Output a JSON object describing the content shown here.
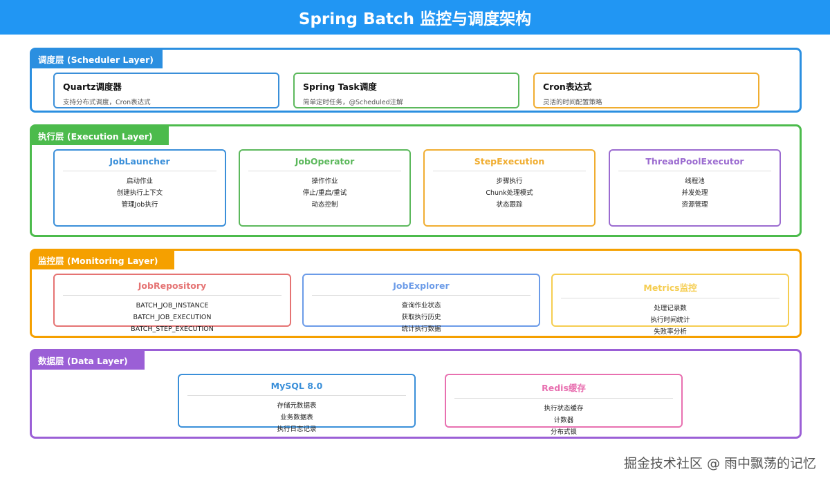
{
  "title": "Spring Batch 监控与调度架构",
  "colors": {
    "header": "#2196f3",
    "scheduler": "#2b8fe0",
    "execution": "#4cbb4c",
    "monitoring": "#f5a000",
    "data": "#9b5fd6"
  },
  "layers": {
    "scheduler": {
      "label": "调度层 (Scheduler Layer)",
      "cards": [
        {
          "title": "Quartz调度器",
          "desc": "支持分布式调度，Cron表达式",
          "color": "#3a8fd9"
        },
        {
          "title": "Spring Task调度",
          "desc": "简单定时任务，@Scheduled注解",
          "color": "#5cb85c"
        },
        {
          "title": "Cron表达式",
          "desc": "灵活的时间配置策略",
          "color": "#f0ad30"
        }
      ]
    },
    "execution": {
      "label": "执行层 (Execution Layer)",
      "cards": [
        {
          "title": "JobLauncher",
          "items": [
            "启动作业",
            "创建执行上下文",
            "管理Job执行"
          ],
          "color": "#3a8fd9"
        },
        {
          "title": "JobOperator",
          "items": [
            "操作作业",
            "停止/重启/重试",
            "动态控制"
          ],
          "color": "#5cb85c"
        },
        {
          "title": "StepExecution",
          "items": [
            "步骤执行",
            "Chunk处理模式",
            "状态跟踪"
          ],
          "color": "#f0ad30"
        },
        {
          "title": "ThreadPoolExecutor",
          "items": [
            "线程池",
            "并发处理",
            "资源管理"
          ],
          "color": "#9b6bd0"
        }
      ]
    },
    "monitoring": {
      "label": "监控层 (Monitoring Layer)",
      "cards": [
        {
          "title": "JobRepository",
          "items": [
            "BATCH_JOB_INSTANCE",
            "BATCH_JOB_EXECUTION",
            "BATCH_STEP_EXECUTION"
          ],
          "color": "#e57373"
        },
        {
          "title": "JobExplorer",
          "items": [
            "查询作业状态",
            "获取执行历史",
            "统计执行数据"
          ],
          "color": "#6b9be8"
        },
        {
          "title": "Metrics监控",
          "items": [
            "处理记录数",
            "执行时间统计",
            "失败率分析"
          ],
          "color": "#f5cd50"
        }
      ]
    },
    "data": {
      "label": "数据层 (Data Layer)",
      "cards": [
        {
          "title": "MySQL 8.0",
          "items": [
            "存储元数据表",
            "业务数据表",
            "执行日志记录"
          ],
          "color": "#3a8fd9"
        },
        {
          "title": "Redis缓存",
          "items": [
            "执行状态缓存",
            "计数器",
            "分布式锁"
          ],
          "color": "#e870b0"
        }
      ]
    }
  },
  "watermark": "掘金技术社区 @ 雨中飘荡的记忆"
}
